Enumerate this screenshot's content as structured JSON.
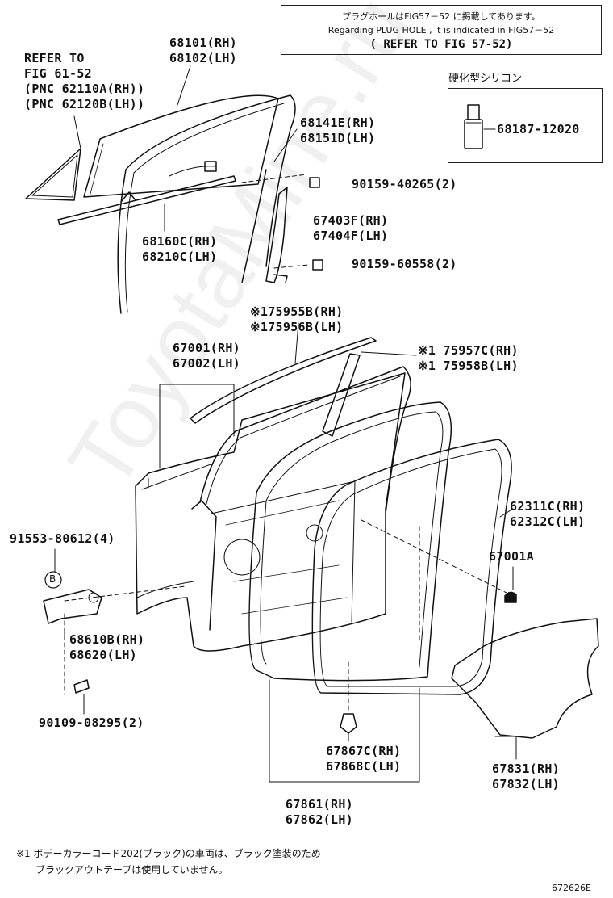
{
  "notice": {
    "line1": "プラグホールはFIG57－52 に掲載してあります。",
    "line2": "Regarding PLUG HOLE , it is indicated in FIG57－52",
    "line3": "( REFER TO FIG 57-52)"
  },
  "silicon_box": {
    "title": "硬化型シリコン",
    "part": "68187-12020"
  },
  "refer_note": [
    "REFER TO",
    "FIG 61-52",
    "(PNC 62110A(RH))",
    "(PNC 62120B(LH))"
  ],
  "parts": {
    "glass": [
      "68101(RH)",
      "68102(LH)"
    ],
    "run": [
      "68141E(RH)",
      "68151D(LH)"
    ],
    "bolt1": "90159-40265(2)",
    "channel": [
      "67403F(RH)",
      "67404F(LH)"
    ],
    "bolt2": "90159-60558(2)",
    "regulator": [
      "68160C(RH)",
      "68210C(LH)"
    ],
    "tape1": [
      "※175955B(RH)",
      "※175956B(LH)"
    ],
    "door": [
      "67001(RH)",
      "67002(LH)"
    ],
    "tape2": [
      "※1 75957C(RH)",
      "※1 75958B(LH)"
    ],
    "weatherstrip": [
      "62311C(RH)",
      "62312C(LH)"
    ],
    "screw": "91553-80612(4)",
    "b_mark": "B",
    "plug": "67001A",
    "hinge": [
      "68610B(RH)",
      "68620(LH)"
    ],
    "bolt3": "90109-08295(2)",
    "clip": [
      "67867C(RH)",
      "67868C(LH)"
    ],
    "cover": [
      "67831(RH)",
      "67832(LH)"
    ],
    "strip": [
      "67861(RH)",
      "67862(LH)"
    ]
  },
  "footnote": [
    "※1 ボデーカラーコード202(ブラック)の車両は、ブラック塗装のため",
    "ブラックアウトテープは使用していません。"
  ],
  "figure_id": "672626E",
  "watermark": "ToyotaMine.ru"
}
